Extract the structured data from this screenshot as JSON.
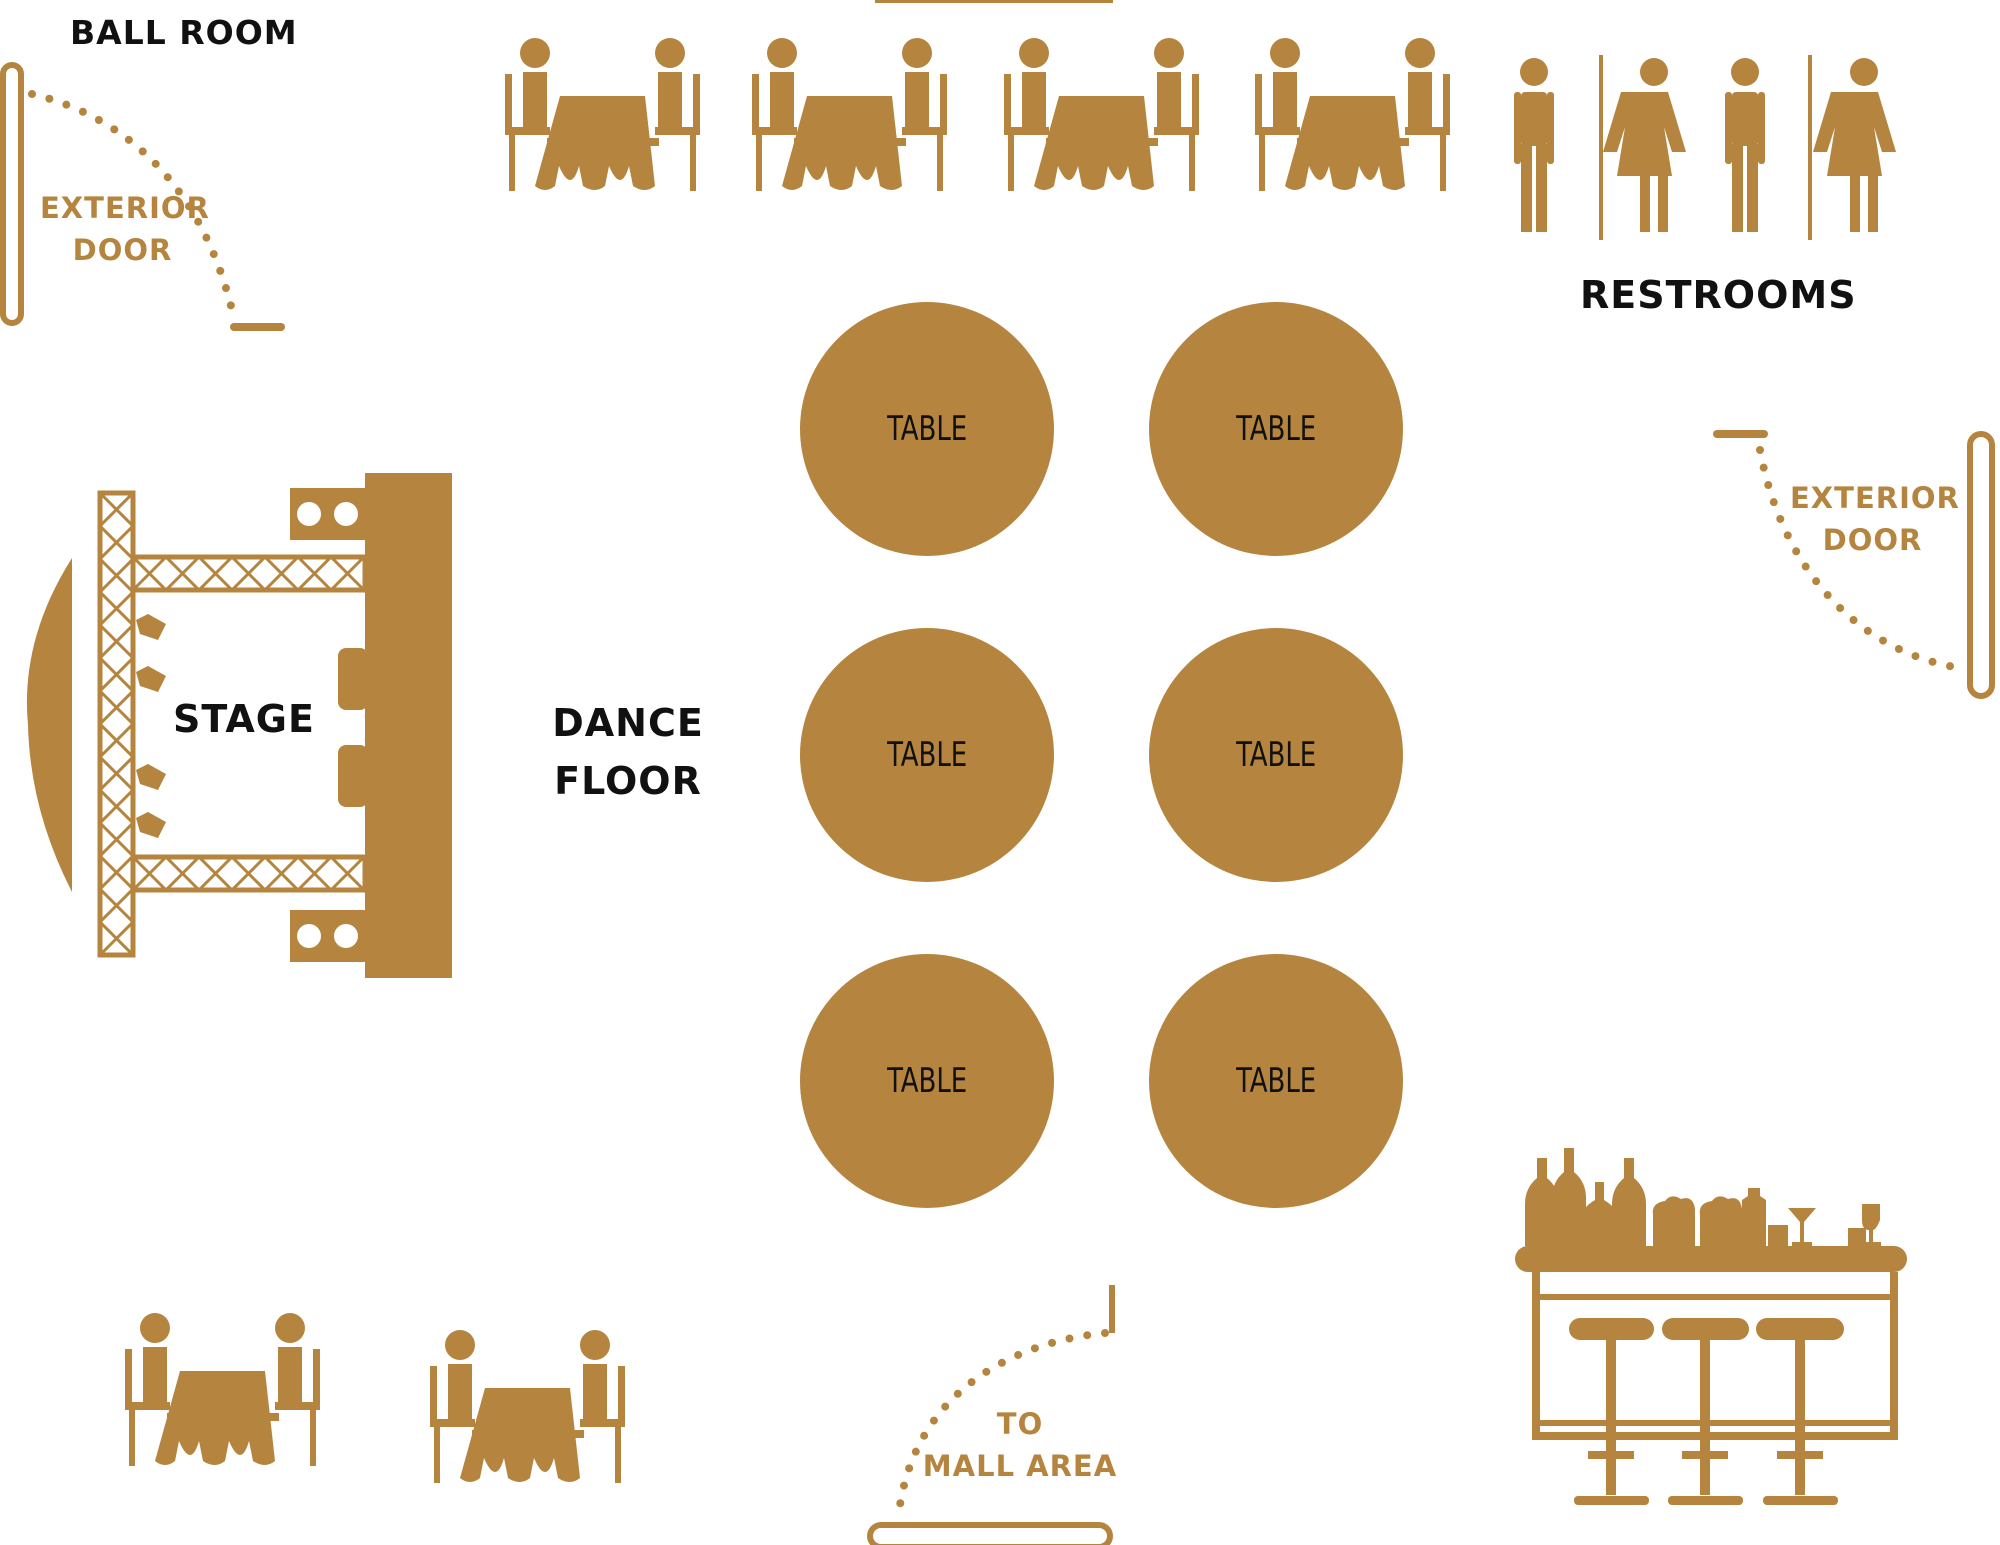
{
  "colors": {
    "gold": "#b5853f",
    "text": "#111111",
    "background": "#ffffff"
  },
  "labels": {
    "ballroom": "BALL ROOM",
    "exterior_door_left": [
      "EXTERIOR",
      "DOOR"
    ],
    "exterior_door_right": [
      "EXTERIOR",
      "DOOR"
    ],
    "restrooms": "RESTROOMS",
    "stage": "STAGE",
    "dance_floor": [
      "DANCE",
      "FLOOR"
    ],
    "mall_entry": [
      "TO",
      "MALL AREA"
    ]
  },
  "tables": [
    "TABLE",
    "TABLE",
    "TABLE",
    "TABLE",
    "TABLE",
    "TABLE"
  ],
  "icons": {
    "top_dining_sets": 4,
    "bottom_dining_sets": 2,
    "restroom_figures": [
      "man-icon",
      "woman-icon",
      "man-icon",
      "woman-icon"
    ],
    "bar": "bar-counter-icon",
    "stage": "stage-truss-icon"
  }
}
